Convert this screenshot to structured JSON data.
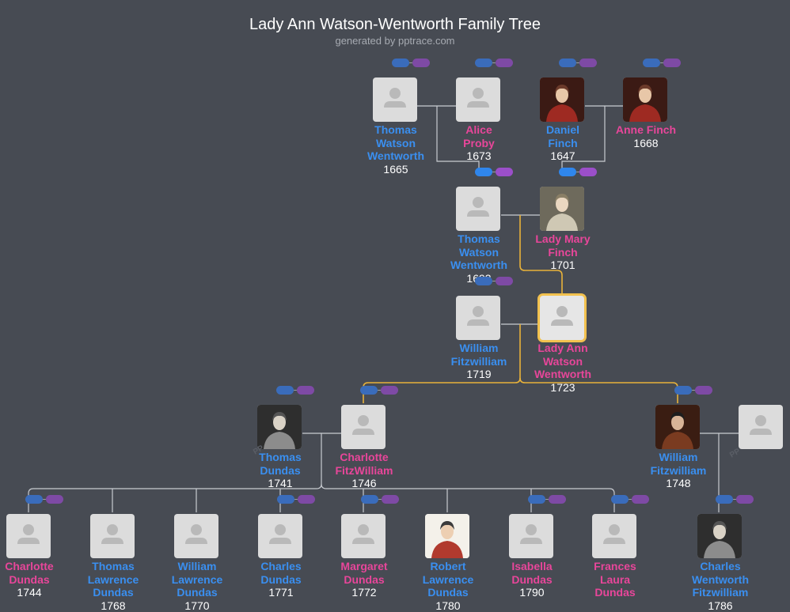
{
  "header": {
    "title": "Lady Ann Watson-Wentworth Family Tree",
    "subtitle": "generated by pptrace.com"
  },
  "colors": {
    "male": "#3a8ff0",
    "female": "#e8469a",
    "focus": "#f2c14e",
    "background": "#474b53"
  },
  "people": [
    {
      "id": "p1",
      "name": "Thomas\nWatson\nWentworth",
      "year": "1665",
      "gender": "male",
      "photo": "placeholder"
    },
    {
      "id": "p2",
      "name": "Alice\nProby",
      "year": "1673",
      "gender": "female",
      "photo": "placeholder"
    },
    {
      "id": "p3",
      "name": "Daniel\nFinch",
      "year": "1647",
      "gender": "male",
      "photo": "portrait-red"
    },
    {
      "id": "p4",
      "name": "Anne Finch",
      "year": "1668",
      "gender": "female",
      "photo": "portrait-red"
    },
    {
      "id": "p5",
      "name": "Thomas\nWatson\nWentworth",
      "year": "1693",
      "gender": "male",
      "photo": "placeholder"
    },
    {
      "id": "p6",
      "name": "Lady Mary\nFinch",
      "year": "1701",
      "gender": "female",
      "photo": "portrait-light"
    },
    {
      "id": "p7",
      "name": "William\nFitzwilliam",
      "year": "1719",
      "gender": "male",
      "photo": "placeholder"
    },
    {
      "id": "p8",
      "name": "Lady Ann\nWatson\nWentworth",
      "year": "1723",
      "gender": "female",
      "photo": "placeholder",
      "focus": true
    },
    {
      "id": "p9",
      "name": "Thomas\nDundas",
      "year": "1741",
      "gender": "male",
      "photo": "portrait-grey"
    },
    {
      "id": "p10",
      "name": "Charlotte\nFitzWilliam",
      "year": "1746",
      "gender": "female",
      "photo": "placeholder"
    },
    {
      "id": "p11",
      "name": "William\nFitzwilliam",
      "year": "1748",
      "gender": "male",
      "photo": "portrait-dark"
    },
    {
      "id": "p12",
      "name": "",
      "year": "",
      "gender": "male",
      "photo": "placeholder"
    },
    {
      "id": "p13",
      "name": "Charlotte\nDundas",
      "year": "1744",
      "gender": "female",
      "photo": "placeholder"
    },
    {
      "id": "p14",
      "name": "Thomas\nLawrence\nDundas",
      "year": "1768",
      "gender": "male",
      "photo": "placeholder"
    },
    {
      "id": "p15",
      "name": "William\nLawrence\nDundas",
      "year": "1770",
      "gender": "male",
      "photo": "placeholder"
    },
    {
      "id": "p16",
      "name": "Charles\nDundas",
      "year": "1771",
      "gender": "male",
      "photo": "placeholder"
    },
    {
      "id": "p17",
      "name": "Margaret\nDundas",
      "year": "1772",
      "gender": "female",
      "photo": "placeholder"
    },
    {
      "id": "p18",
      "name": "Robert\nLawrence\nDundas",
      "year": "1780",
      "gender": "male",
      "photo": "portrait-white"
    },
    {
      "id": "p19",
      "name": "Isabella\nDundas",
      "year": "1790",
      "gender": "female",
      "photo": "placeholder"
    },
    {
      "id": "p20",
      "name": "Frances\nLaura\nDundas",
      "year": "",
      "gender": "female",
      "photo": "placeholder"
    },
    {
      "id": "p21",
      "name": "Charles\nWentworth\nFitzwilliam",
      "year": "1786",
      "gender": "male",
      "photo": "portrait-grey"
    }
  ]
}
